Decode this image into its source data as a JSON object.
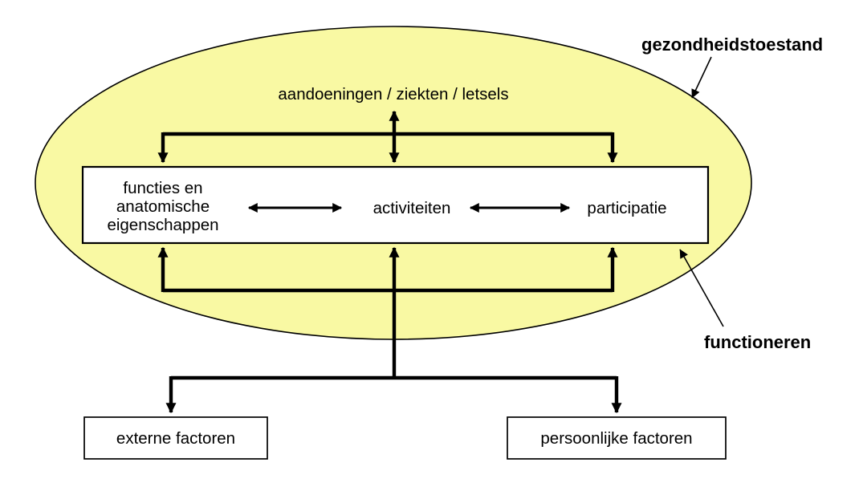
{
  "diagram": {
    "title_hint": "ICF-schema",
    "labels": {
      "health_state": "gezondheidstoestand",
      "functioning": "functioneren",
      "disorders": "aandoeningen / ziekten / letsels",
      "functions_box_lines": [
        "functies en",
        "anatomische",
        "eigenschappen"
      ],
      "activities": "activiteiten",
      "participation": "participatie",
      "external_factors": "externe factoren",
      "personal_factors": "persoonlijke factoren"
    },
    "colors": {
      "ellipse_fill": "#F9F9A3",
      "outline": "#000000",
      "box_fill": "#FFFFFF",
      "text": "#000000"
    },
    "relations": [
      {
        "from": "aandoeningen / ziekten / letsels",
        "to": "functies en anatomische eigenschappen",
        "type": "bidirectional"
      },
      {
        "from": "aandoeningen / ziekten / letsels",
        "to": "activiteiten",
        "type": "bidirectional"
      },
      {
        "from": "aandoeningen / ziekten / letsels",
        "to": "participatie",
        "type": "bidirectional"
      },
      {
        "from": "functies en anatomische eigenschappen",
        "to": "activiteiten",
        "type": "bidirectional"
      },
      {
        "from": "activiteiten",
        "to": "participatie",
        "type": "bidirectional"
      },
      {
        "from": "externe factoren",
        "to": "functioneren (functies / activiteiten / participatie)",
        "type": "directed-up"
      },
      {
        "from": "persoonlijke factoren",
        "to": "functioneren (functies / activiteiten / participatie)",
        "type": "directed-up"
      },
      {
        "from": "gezondheidstoestand",
        "to": "ellips",
        "type": "pointer"
      },
      {
        "from": "functioneren",
        "to": "functioneren-balk",
        "type": "pointer"
      }
    ]
  }
}
